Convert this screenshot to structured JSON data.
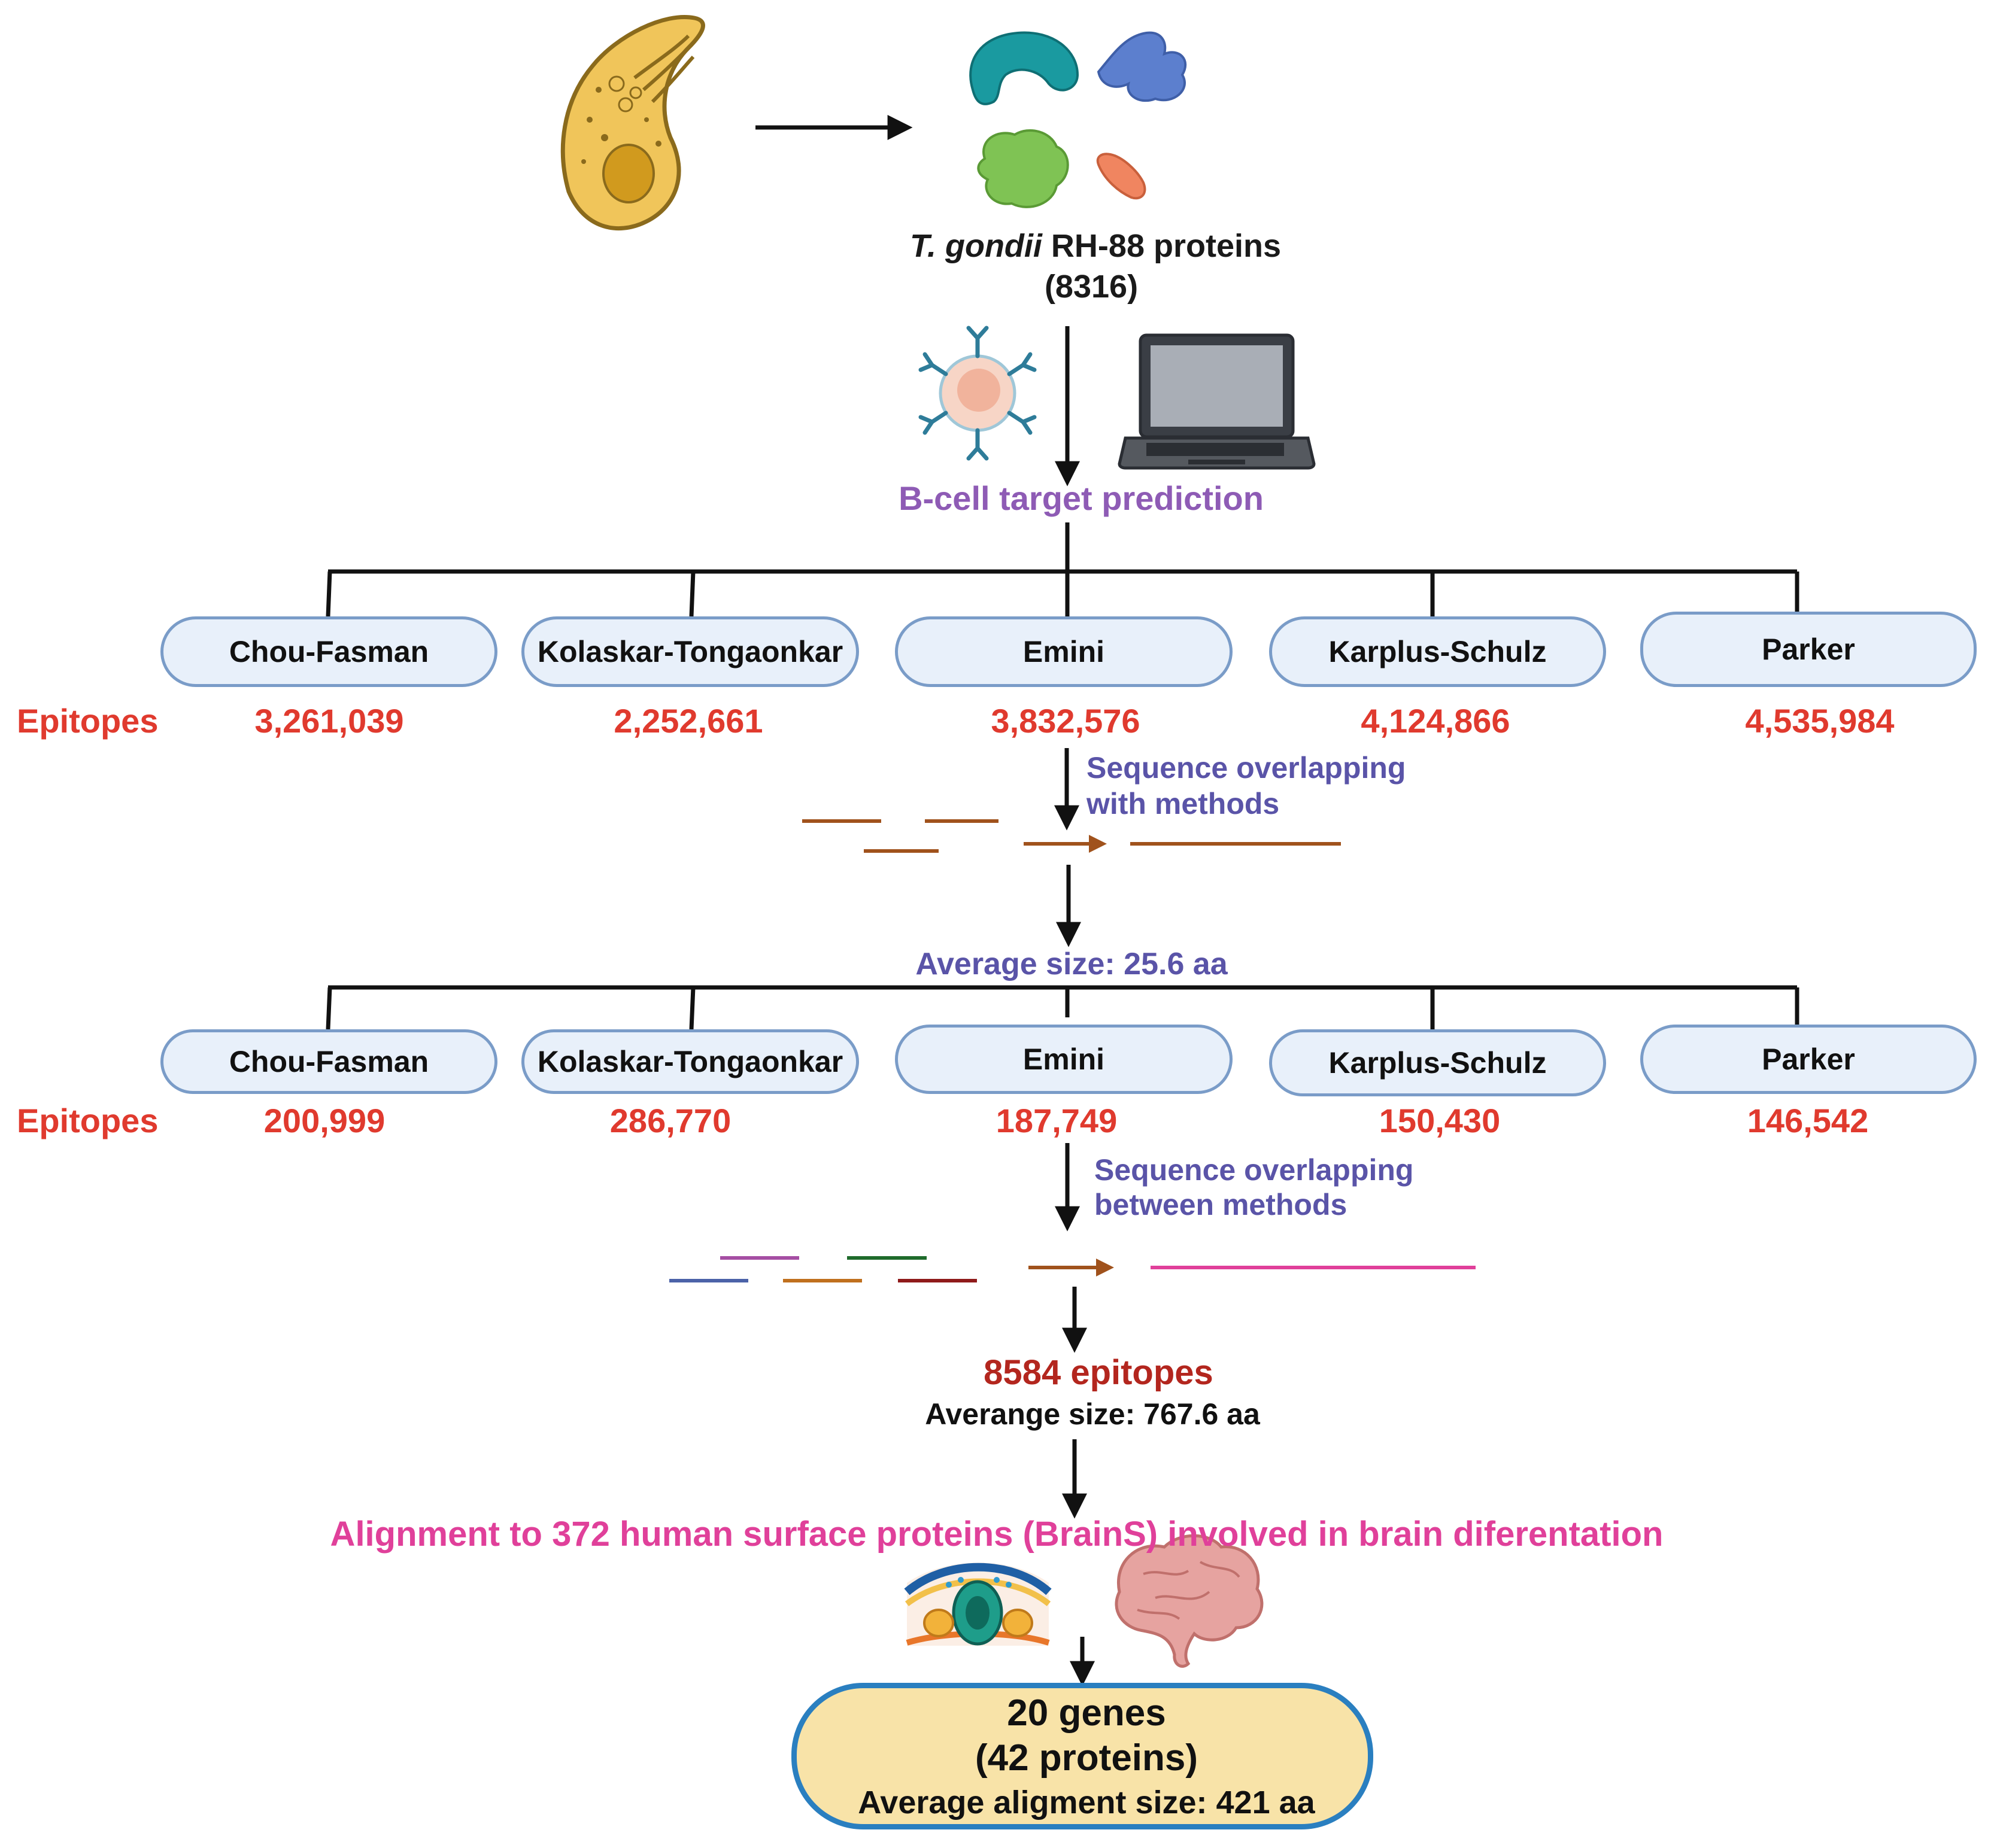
{
  "top": {
    "organism_italic": "T. gondii",
    "organism_rest": " RH-88 proteins",
    "protein_count": "(8316)",
    "prediction_label": "B-cell target prediction"
  },
  "round1": {
    "methods": [
      {
        "name": "Chou-Fasman",
        "epitopes": "3,261,039"
      },
      {
        "name": "Kolaskar-Tongaonkar",
        "epitopes": "2,252,661"
      },
      {
        "name": "Emini",
        "epitopes": "3,832,576"
      },
      {
        "name": "Karplus-Schulz",
        "epitopes": "4,124,866"
      },
      {
        "name": "Parker",
        "epitopes": "4,535,984"
      }
    ],
    "row_label": "Epitopes",
    "overlap_line1": "Sequence overlapping",
    "overlap_line2": "with methods",
    "avg_size": "Average size: 25.6 aa"
  },
  "round2": {
    "methods": [
      {
        "name": "Chou-Fasman",
        "epitopes": "200,999"
      },
      {
        "name": "Kolaskar-Tongaonkar",
        "epitopes": "286,770"
      },
      {
        "name": "Emini",
        "epitopes": "187,749"
      },
      {
        "name": "Karplus-Schulz",
        "epitopes": "150,430"
      },
      {
        "name": "Parker",
        "epitopes": "146,542"
      }
    ],
    "row_label": "Epitopes",
    "overlap_line1": "Sequence overlapping",
    "overlap_line2": "between methods"
  },
  "merged": {
    "epitopes": "8584 epitopes",
    "avg_size": "Averange size: 767.6 aa"
  },
  "alignment_label": "Alignment to 372 human surface proteins (BrainS) involved in brain diferentation",
  "result": {
    "genes": "20 genes",
    "proteins": "(42 proteins)",
    "avg_alignment": "Average aligment size: 421 aa"
  },
  "colors": {
    "pill_fill": "#e8f0fa",
    "pill_border": "#7a9cc8",
    "epitope_red": "#e03a2e",
    "prediction_purple": "#8e5bb5",
    "overlap_slate": "#5a54a8",
    "alignment_pink": "#e0409a",
    "result_fill": "#f8e3a8",
    "result_border": "#2a7fc0"
  },
  "icons": [
    "toxoplasma-parasite-icon",
    "protein-structures-icon",
    "b-cell-icon",
    "laptop-icon",
    "placenta-tissue-icon",
    "brain-icon"
  ]
}
